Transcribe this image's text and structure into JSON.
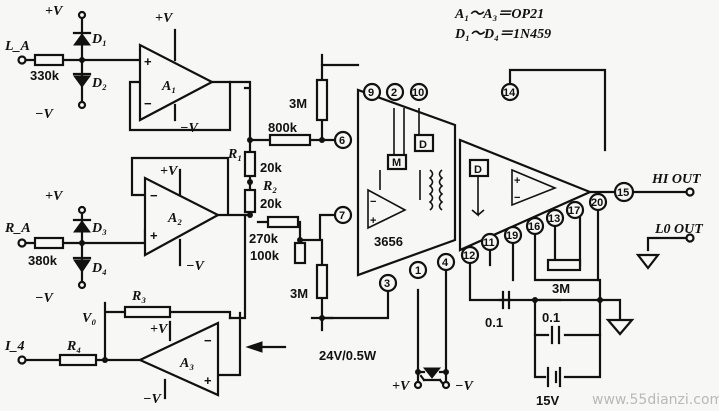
{
  "notes": {
    "amps": "A₁～A₃＝OP21",
    "diodes": "D₁～D₄＝1N459"
  },
  "inputs": {
    "la": "L_A",
    "ra": "R_A",
    "ia": "I_4"
  },
  "supply": {
    "pos": "+V",
    "neg": "−V"
  },
  "diodes": {
    "d1": "D₁",
    "d2": "D₂",
    "d3": "D₃",
    "d4": "D₄"
  },
  "amps": {
    "a1": "A₁",
    "a2": "A₂",
    "a3": "A₃"
  },
  "resistors": {
    "r330k": "330k",
    "r380k": "380k",
    "r3": "R₃",
    "r4": "R₄",
    "r3m_top": "3M",
    "r800k": "800k",
    "r1": "R₁",
    "r20k_a": "20k",
    "r2": "R₂",
    "r20k_b": "20k",
    "r270k": "270k",
    "r100k": "100k",
    "r3m_bot": "3M",
    "r3m_right": "3M"
  },
  "v0": "V₀",
  "chip": "3656",
  "blocks": {
    "d_left": "D",
    "m": "M",
    "d_right": "D"
  },
  "pins": {
    "p1": "1",
    "p2": "2",
    "p3": "3",
    "p4": "4",
    "p6": "6",
    "p7": "7",
    "p9": "9",
    "p10": "10",
    "p11": "11",
    "p12": "12",
    "p13": "13",
    "p14": "14",
    "p15": "15",
    "p16": "16",
    "p17": "17",
    "p19": "19",
    "p20": "20"
  },
  "outputs": {
    "hi": "HI  OUT",
    "lo": "L0  OUT"
  },
  "caps": {
    "c1": "0.1",
    "c2": "0.1"
  },
  "zener": "24V/0.5W",
  "battery": "15V",
  "watermark": "www.55dianzi.com",
  "opamp_signs": {
    "plus": "+",
    "minus": "−"
  }
}
